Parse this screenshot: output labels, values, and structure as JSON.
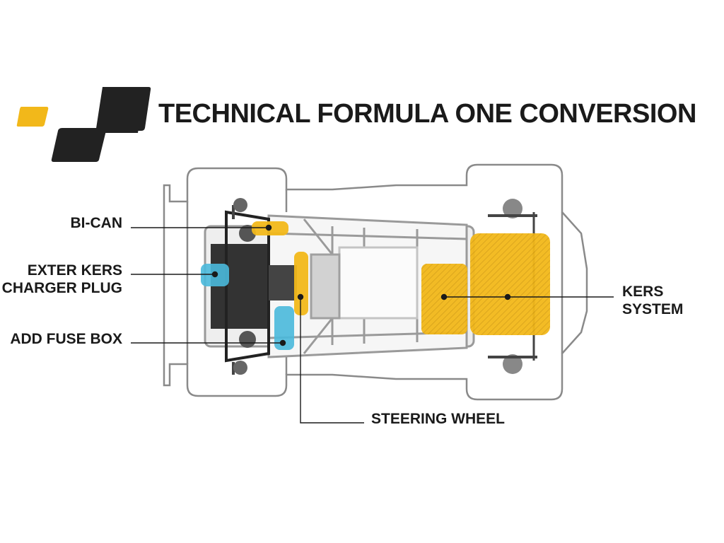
{
  "title": "TECHNICAL FORMULA ONE CONVERSION",
  "labels": {
    "bican": "BI-CAN",
    "exter_kers_line1": "EXTER KERS",
    "exter_kers_line2": "CHARGER PLUG",
    "fuse_box": "ADD FUSE BOX",
    "steering_wheel": "STEERING WHEEL",
    "kers_line1": "KERS",
    "kers_line2": "SYSTEM"
  },
  "colors": {
    "accent_yellow": "#f2b81a",
    "accent_blue": "#4ab9dc",
    "logo_dark": "#222222",
    "outline_gray": "#8a8a8a"
  }
}
